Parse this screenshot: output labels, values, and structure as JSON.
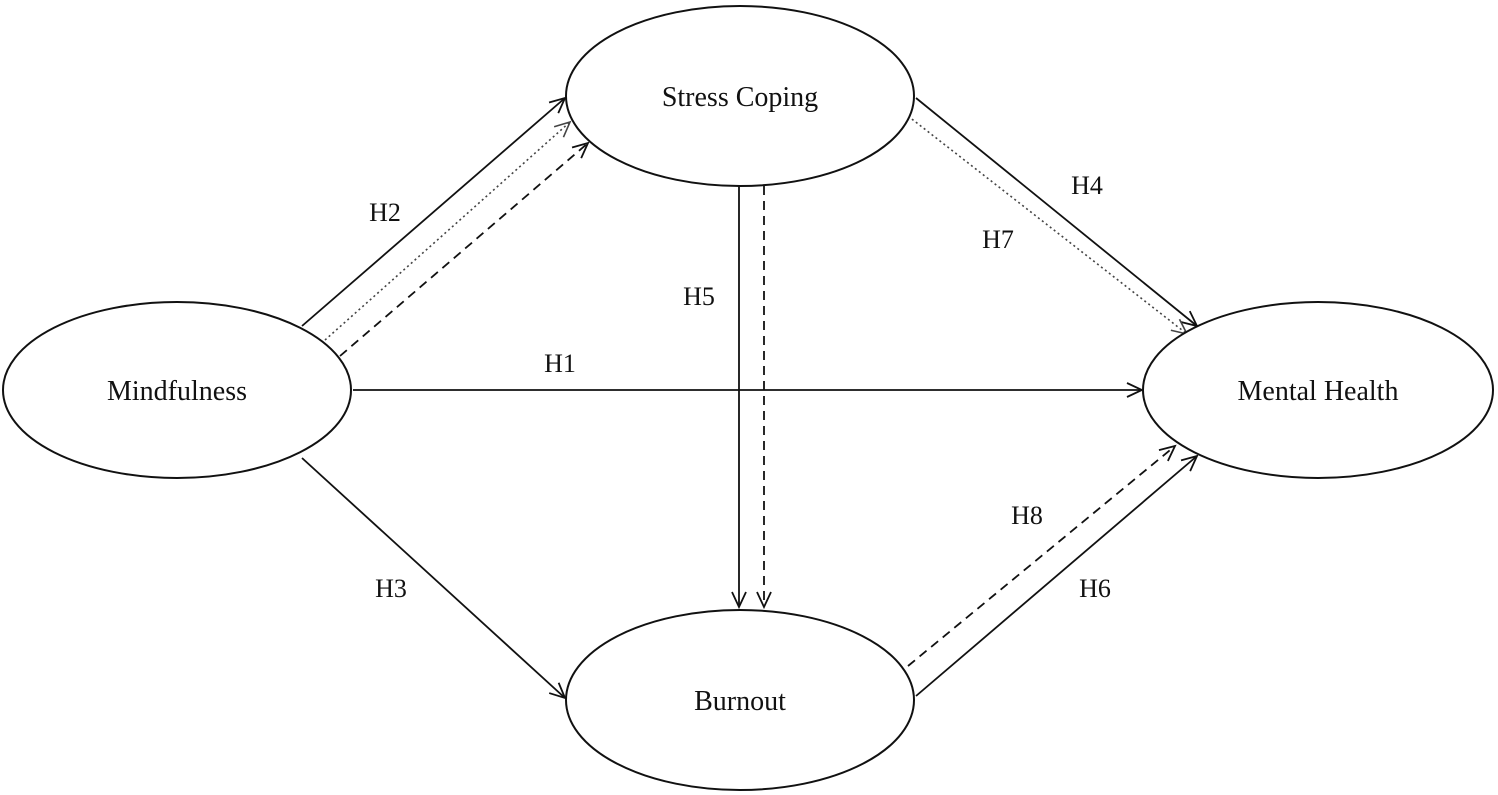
{
  "nodes": {
    "stress_coping": "Stress Coping",
    "mindfulness": "Mindfulness",
    "mental_health": "Mental Health",
    "burnout": "Burnout"
  },
  "hypotheses": {
    "h1": "H1",
    "h2": "H2",
    "h3": "H3",
    "h4": "H4",
    "h5": "H5",
    "h6": "H6",
    "h7": "H7",
    "h8": "H8"
  },
  "colors": {
    "stroke": "#111111",
    "background": "#ffffff"
  }
}
